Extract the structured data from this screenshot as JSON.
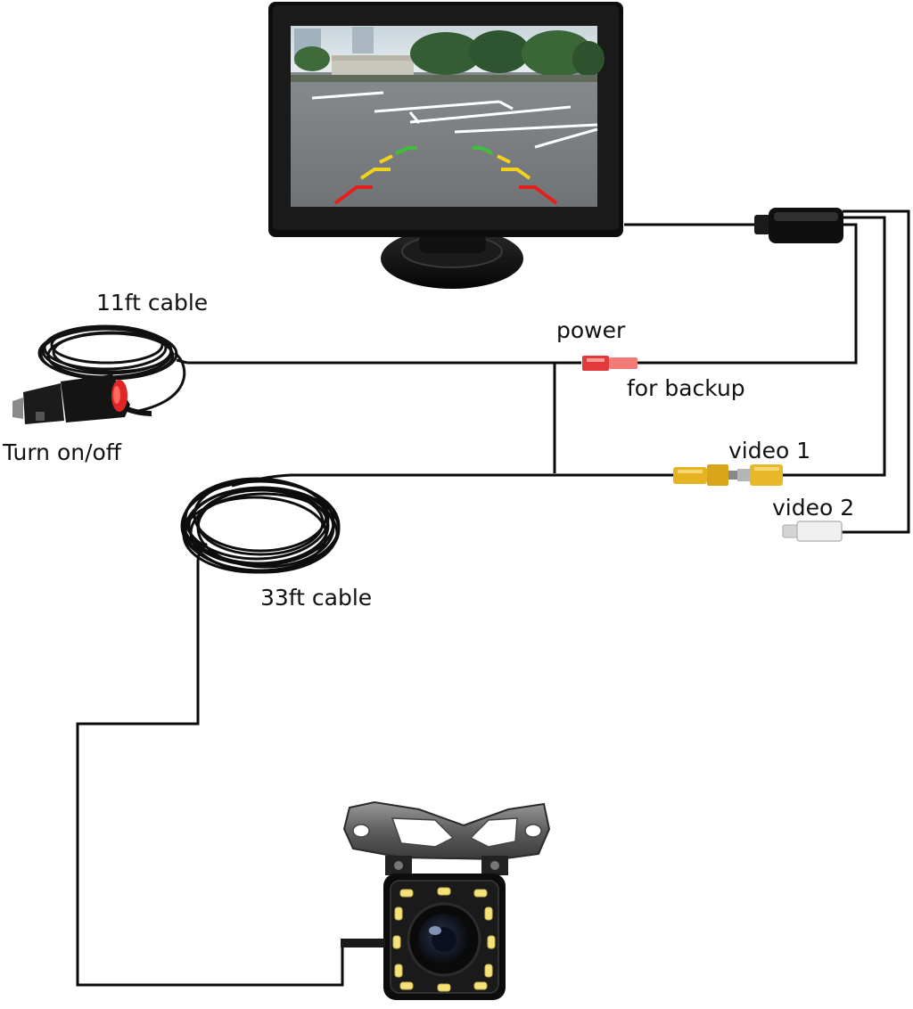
{
  "labels": {
    "cable_11ft": "11ft cable",
    "turn_on_off": "Turn on/off",
    "power": "power",
    "for_backup": "for backup",
    "video_1": "video 1",
    "video_2": "video 2",
    "cable_33ft": "33ft cable"
  },
  "colors": {
    "wire": "#0a0a0a",
    "power_connector": "#e23a3a",
    "video1_connector": "#e6b422",
    "video2_connector": "#e8e8e8",
    "guide_red": "#e3201b",
    "guide_yellow": "#f2d21b",
    "guide_green": "#3fbf3a",
    "led_warm": "#f6e27a"
  },
  "icons": [
    "monitor-icon",
    "car-charger-plug-icon",
    "coiled-cable-icon",
    "backup-camera-icon",
    "rca-connector-icon"
  ]
}
